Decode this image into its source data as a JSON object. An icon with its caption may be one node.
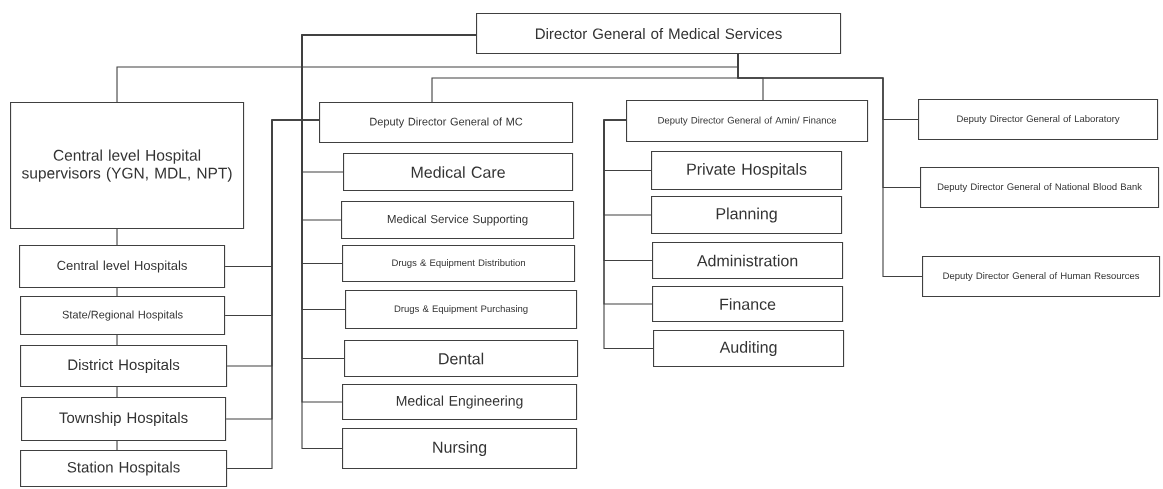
{
  "diagram": {
    "nodes": [
      {
        "text": [
          "Director General of Medical Services"
        ]
      },
      {
        "text": [
          "Central level Hospital supervisors (YGN, MDL, NPT)"
        ]
      },
      {
        "text": [
          "Deputy Director General of MC"
        ]
      },
      {
        "text": [
          "Deputy Director General of Amin/ Finance"
        ]
      },
      {
        "text": [
          "Deputy Director General of Laboratory"
        ]
      },
      {
        "text": [
          "Deputy Director General of National Blood Bank"
        ]
      },
      {
        "text": [
          "Deputy Director General of Human Resources"
        ]
      },
      {
        "text": [
          "Medical Care"
        ]
      },
      {
        "text": [
          "Medical Service Supporting"
        ]
      },
      {
        "text": [
          "Drugs & Equipment Distribution"
        ]
      },
      {
        "text": [
          "Drugs & Equipment Purchasing"
        ]
      },
      {
        "text": [
          "Dental"
        ]
      },
      {
        "text": [
          "Medical Engineering"
        ]
      },
      {
        "text": [
          "Nursing"
        ]
      },
      {
        "text": [
          "Private Hospitals"
        ]
      },
      {
        "text": [
          "Planning"
        ]
      },
      {
        "text": [
          "Administration"
        ]
      },
      {
        "text": [
          "Finance"
        ]
      },
      {
        "text": [
          "Auditing"
        ]
      },
      {
        "text": [
          "Central level Hospitals"
        ]
      },
      {
        "text": [
          "State/Regional Hospitals"
        ]
      },
      {
        "text": [
          "District Hospitals"
        ]
      },
      {
        "text": [
          "Township Hospitals"
        ]
      },
      {
        "text": [
          "Station Hospitals"
        ]
      }
    ],
    "edges": [
      {
        "from": 0,
        "to": 1,
        "arrow": "none"
      },
      {
        "from": 0,
        "to": 2,
        "arrow": "none"
      },
      {
        "from": 0,
        "to": 3,
        "arrow": "none"
      },
      {
        "from": 0,
        "to": 4,
        "arrow": "none"
      },
      {
        "from": 0,
        "to": 5,
        "arrow": "none"
      },
      {
        "from": 0,
        "to": 6,
        "arrow": "none"
      },
      {
        "from": 0,
        "to": 7,
        "arrow": "none"
      },
      {
        "from": 0,
        "to": 8,
        "arrow": "none"
      },
      {
        "from": 0,
        "to": 9,
        "arrow": "none"
      },
      {
        "from": 0,
        "to": 10,
        "arrow": "none"
      },
      {
        "from": 0,
        "to": 11,
        "arrow": "none"
      },
      {
        "from": 0,
        "to": 12,
        "arrow": "none"
      },
      {
        "from": 0,
        "to": 13,
        "arrow": "none"
      },
      {
        "from": 3,
        "to": 14,
        "arrow": "none"
      },
      {
        "from": 3,
        "to": 15,
        "arrow": "none"
      },
      {
        "from": 3,
        "to": 16,
        "arrow": "none"
      },
      {
        "from": 3,
        "to": 17,
        "arrow": "none"
      },
      {
        "from": 3,
        "to": 18,
        "arrow": "none"
      },
      {
        "from": 2,
        "to": 19,
        "arrow": "none"
      },
      {
        "from": 2,
        "to": 20,
        "arrow": "none"
      },
      {
        "from": 2,
        "to": 21,
        "arrow": "none"
      },
      {
        "from": 2,
        "to": 22,
        "arrow": "none"
      },
      {
        "from": 2,
        "to": 23,
        "arrow": "none"
      },
      {
        "from": 1,
        "to": 19,
        "arrow": "none"
      },
      {
        "from": 19,
        "to": 20,
        "arrow": "none"
      },
      {
        "from": 20,
        "to": 21,
        "arrow": "none"
      },
      {
        "from": 21,
        "to": 22,
        "arrow": "none"
      },
      {
        "from": 22,
        "to": 23,
        "arrow": "none"
      }
    ]
  }
}
